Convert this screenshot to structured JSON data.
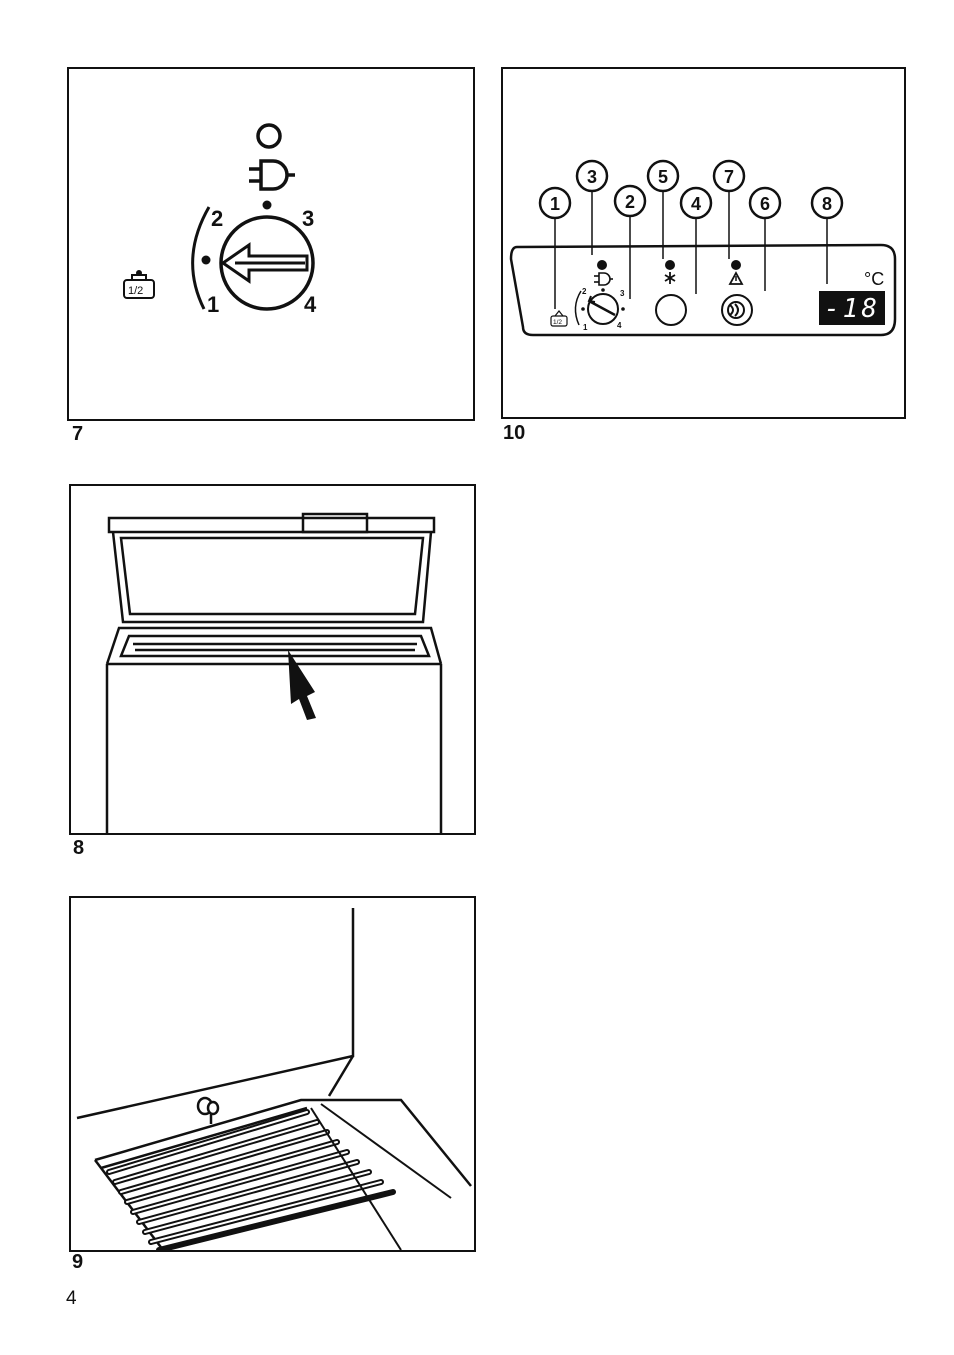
{
  "page_number": "4",
  "figures": [
    {
      "number": "7",
      "dial_positions": [
        "1",
        "2",
        "3",
        "4"
      ],
      "half_load_label": "1/2",
      "icons": [
        "power-off-icon",
        "plug-icon",
        "half-load-icon",
        "dial-arrow-icon"
      ]
    },
    {
      "number": "10",
      "callouts": [
        "1",
        "2",
        "3",
        "4",
        "5",
        "6",
        "7",
        "8"
      ],
      "unit_label": "°C",
      "display_value": "-18",
      "dial_positions": [
        "1",
        "2",
        "3",
        "4"
      ],
      "half_load_label": "1/2",
      "icons": [
        "plug-icon",
        "snowflake-icon",
        "warning-icon",
        "fast-freeze-button-icon"
      ]
    },
    {
      "number": "8",
      "icons": [
        "open-freezer-icon",
        "pointing-arrow-icon"
      ]
    },
    {
      "number": "9",
      "icons": [
        "freezer-interior-icon",
        "drain-plug-icon"
      ]
    }
  ]
}
